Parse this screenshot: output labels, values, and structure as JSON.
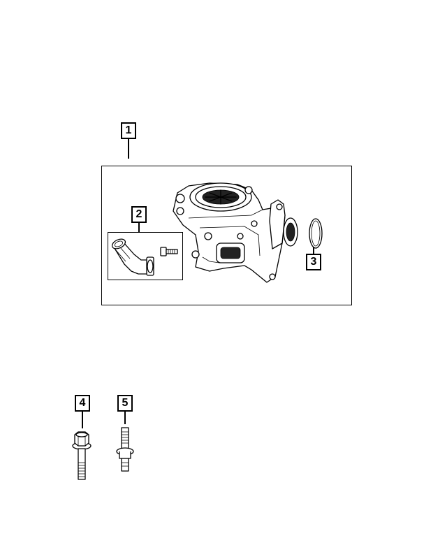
{
  "callouts": {
    "c1": "1",
    "c2": "2",
    "c3": "3",
    "c4": "4",
    "c5": "5"
  },
  "parts": {
    "assembly": "water-pump-assembly-icon",
    "fitting": "elbow-fitting-icon",
    "small_bolt": "small-bolt-icon",
    "seal": "o-ring-seal-icon",
    "flange_bolt": "flange-bolt-icon",
    "stud": "stud-icon"
  }
}
